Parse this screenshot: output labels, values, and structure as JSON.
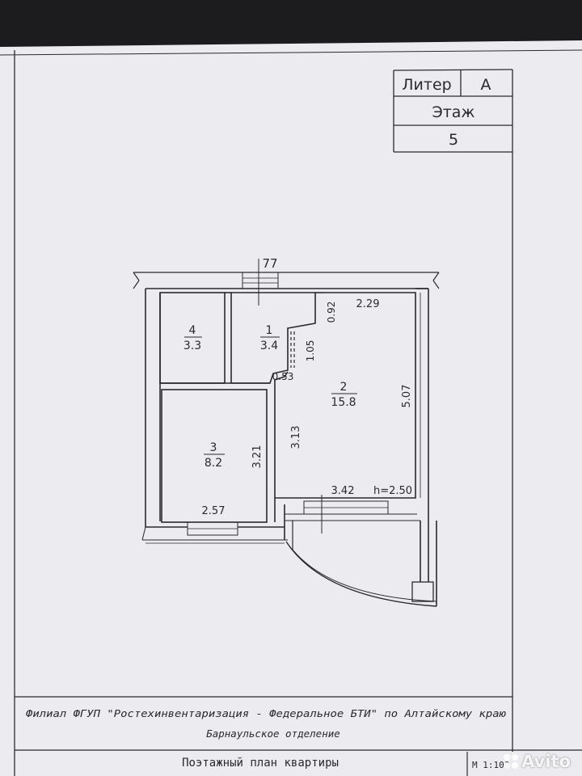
{
  "title_block": {
    "liter_label": "Литер",
    "liter_value": "А",
    "floor_label": "Этаж",
    "floor_value": "5"
  },
  "plan": {
    "top_label": "77",
    "rooms": [
      {
        "number": "4",
        "area": "3.3"
      },
      {
        "number": "1",
        "area": "3.4"
      },
      {
        "number": "2",
        "area": "15.8"
      },
      {
        "number": "3",
        "area": "8.2"
      }
    ],
    "dimensions": {
      "d_229": "2.29",
      "d_092": "0.92",
      "d_105": "1.05",
      "d_053": "0.53",
      "d_507": "5.07",
      "d_313": "3.13",
      "d_321": "3.21",
      "d_342": "3.42",
      "height": "h=2.50",
      "d_257": "2.57"
    }
  },
  "footer": {
    "org_line": "Филиал ФГУП \"Ростехинвентаризация - Федеральное БТИ\" по Алтайскому краю",
    "branch_line": "Барнаульское отделение",
    "plan_title": "Поэтажный план квартиры",
    "scale": "М 1:100"
  },
  "watermark": {
    "text": "Avito"
  },
  "colors": {
    "paper": "#ececf0",
    "ink": "#2a2a2e",
    "background": "#1c1c1e"
  }
}
